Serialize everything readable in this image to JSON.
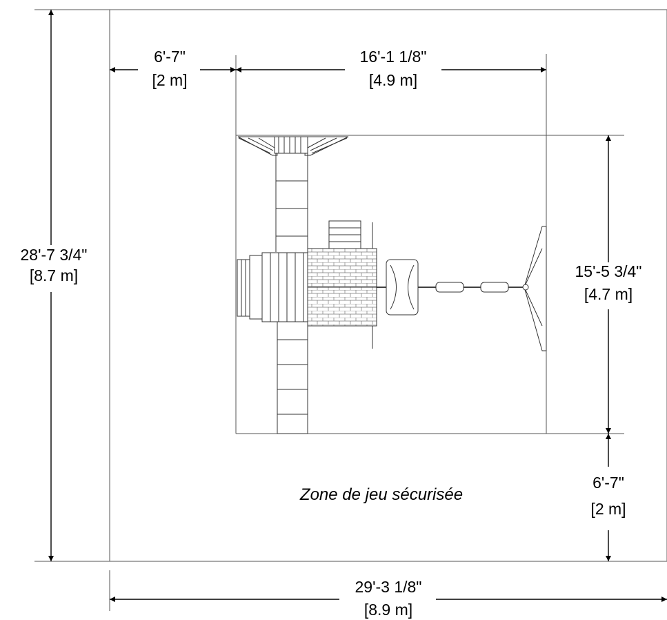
{
  "dimensions": {
    "outer_height": {
      "imperial": "28'-7 3/4\"",
      "metric": "[8.7 m]"
    },
    "outer_width": {
      "imperial": "29'-3 1/8\"",
      "metric": "[8.9 m]"
    },
    "left_clearance": {
      "imperial": "6'-7\"",
      "metric": "[2 m]"
    },
    "equipment_width": {
      "imperial": "16'-1 1/8\"",
      "metric": "[4.9 m]"
    },
    "equipment_depth": {
      "imperial": "15'-5 3/4\"",
      "metric": "[4.7 m]"
    },
    "bottom_clearance": {
      "imperial": "6'-7\"",
      "metric": "[2 m]"
    }
  },
  "zone_label": "Zone de jeu sécurisée"
}
